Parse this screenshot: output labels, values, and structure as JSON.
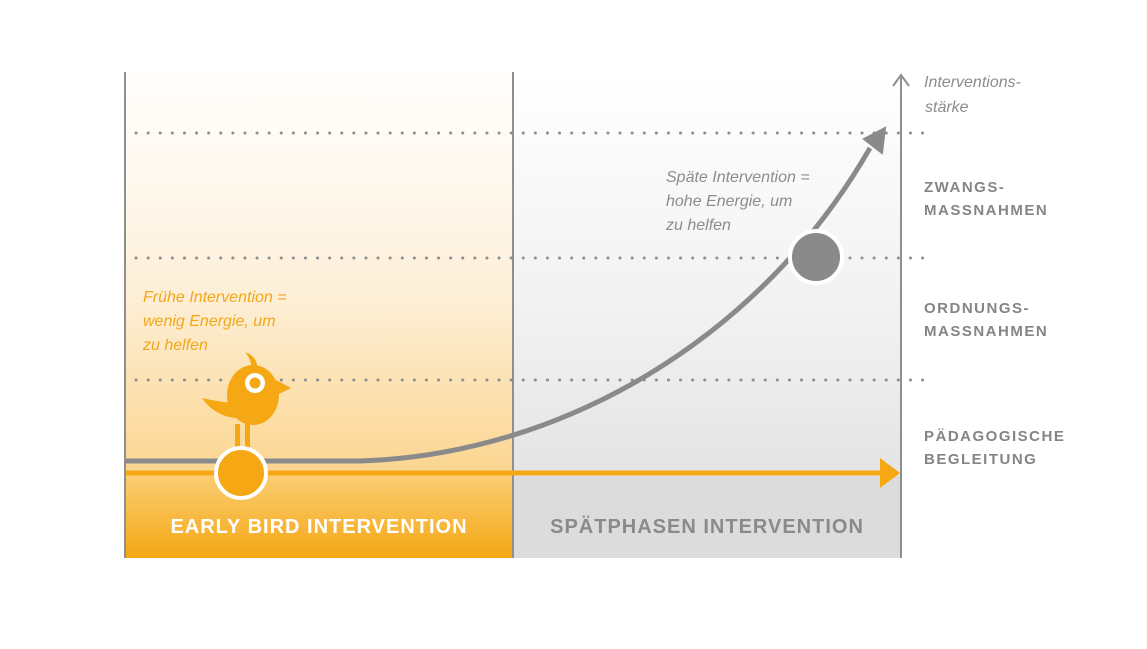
{
  "colors": {
    "accent_orange": "#f5a714",
    "grey_curve": "#8a8a8a",
    "text_grey": "#858585",
    "orange_text": "#f2a71b",
    "band_grey": "#dcdcdc"
  },
  "y_axis": {
    "title_line1": "Interventions-",
    "title_line2": "stärke"
  },
  "levels": [
    {
      "line1": "ZWANGS-",
      "line2": "MASSNAHMEN"
    },
    {
      "line1": "ORDNUNGS-",
      "line2": "MASSNAHMEN"
    },
    {
      "line1": "PÄDAGOGISCHE",
      "line2": "BEGLEITUNG"
    }
  ],
  "annotations": {
    "early": {
      "line1": "Frühe Intervention =",
      "line2": "wenig Energie, um",
      "line3": "zu helfen"
    },
    "late": {
      "line1": "Späte Intervention =",
      "line2": "hohe Energie, um",
      "line3": "zu helfen"
    }
  },
  "phases": {
    "early": "EARLY BIRD INTERVENTION",
    "late": "SPÄTPHASEN INTERVENTION"
  },
  "icons": {
    "bird": "bird-icon",
    "early_marker": "orange-dot-marker",
    "late_marker": "grey-dot-marker"
  }
}
